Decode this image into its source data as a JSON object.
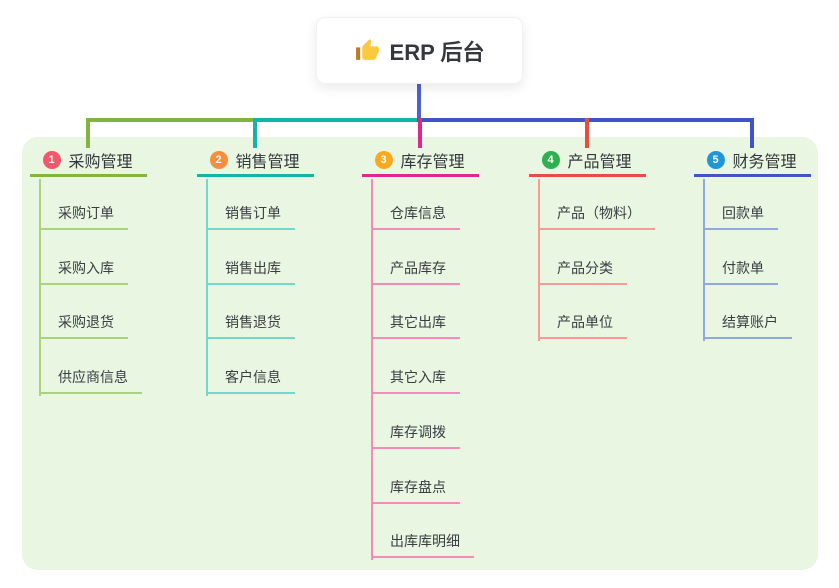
{
  "root": {
    "label": "ERP 后台",
    "icon": "thumbs-up-icon"
  },
  "colors": {
    "panel_bg": "#E8F6E2",
    "root_connector": "#4E60D3",
    "node_text": "#34373c"
  },
  "branches": [
    {
      "number": "1",
      "label": "采购管理",
      "badge_color": "#F4566B",
      "line_color": "#82B440",
      "child_line_color": "#A9D479",
      "children": [
        "采购订单",
        "采购入库",
        "采购退货",
        "供应商信息"
      ]
    },
    {
      "number": "2",
      "label": "销售管理",
      "badge_color": "#FB8C3C",
      "line_color": "#13B5A9",
      "child_line_color": "#72D8CC",
      "children": [
        "销售订单",
        "销售出库",
        "销售退货",
        "客户信息"
      ]
    },
    {
      "number": "3",
      "label": "库存管理",
      "badge_color": "#FAA91E",
      "line_color": "#E2268F",
      "child_line_color": "#F48BB8",
      "children": [
        "仓库信息",
        "产品库存",
        "其它出库",
        "其它入库",
        "库存调拨",
        "库存盘点",
        "出库库明细"
      ]
    },
    {
      "number": "4",
      "label": "产品管理",
      "badge_color": "#2EB050",
      "line_color": "#EB4B41",
      "child_line_color": "#F89B94",
      "children": [
        "产品（物料）",
        "产品分类",
        "产品单位"
      ]
    },
    {
      "number": "5",
      "label": "财务管理",
      "badge_color": "#2196D6",
      "line_color": "#3D55C9",
      "child_line_color": "#8FA8E0",
      "children": [
        "回款单",
        "付款单",
        "结算账户"
      ]
    }
  ]
}
